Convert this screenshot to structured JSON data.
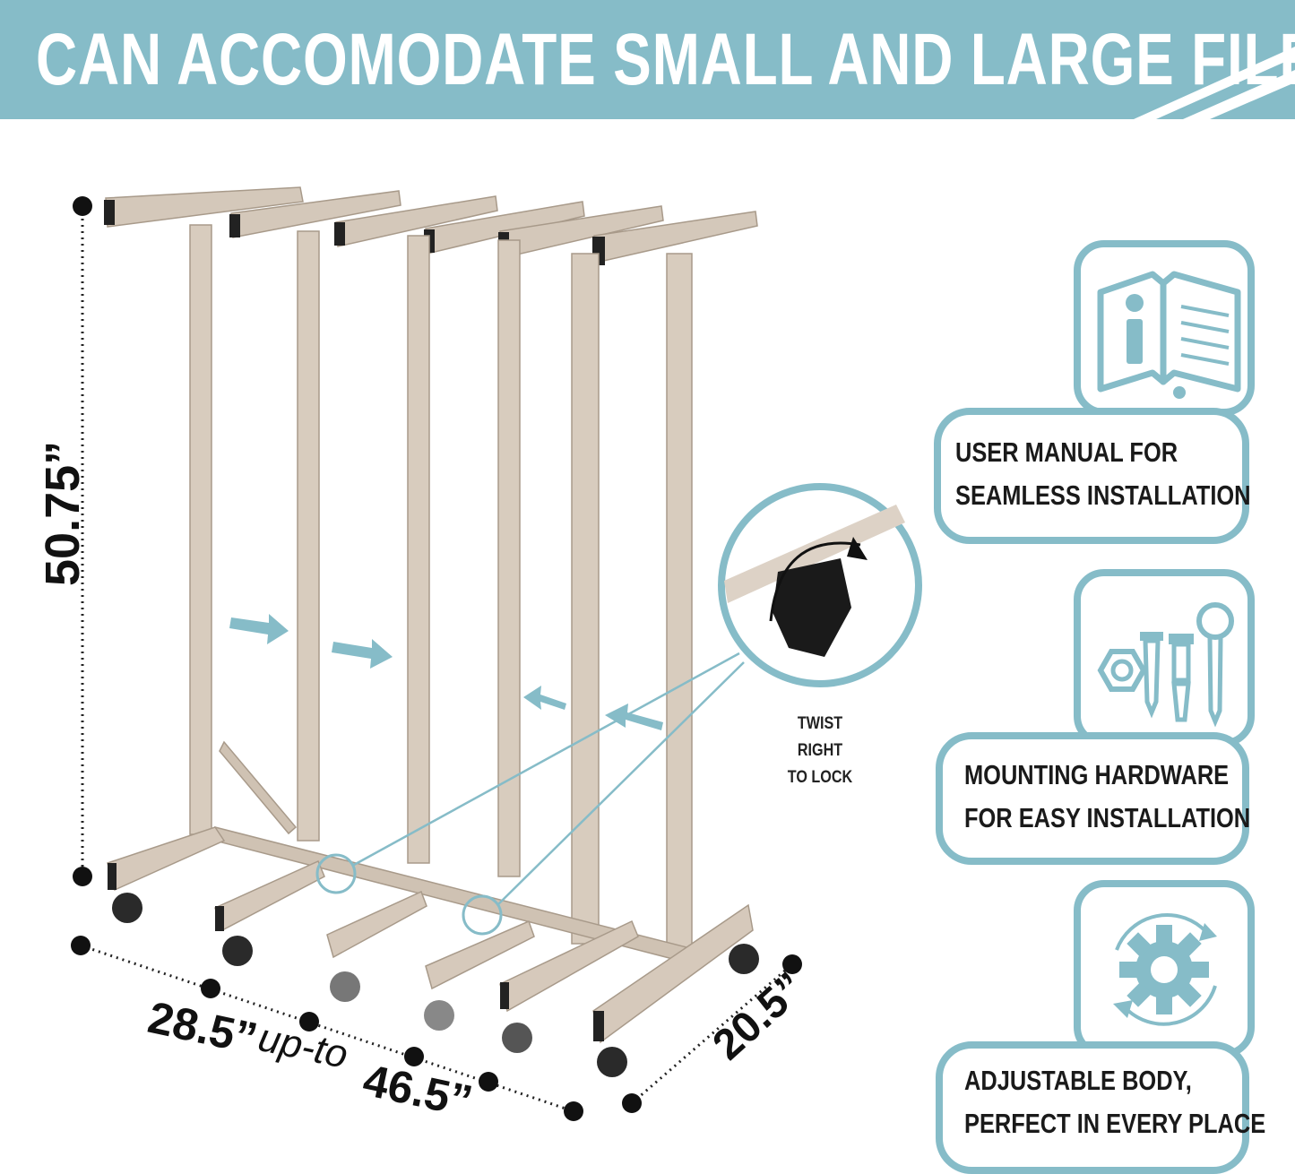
{
  "banner": {
    "title": "CAN ACCOMODATE SMALL AND LARGE FILES"
  },
  "dimensions": {
    "height": "50.75”",
    "width_min": "28.5”",
    "width_connector": "up-to",
    "width_max": "46.5”",
    "depth": "20.5”"
  },
  "zoom_callout": {
    "label_line1": "TWIST RIGHT",
    "label_line2": "TO LOCK"
  },
  "features": [
    {
      "icon": "user-manual-icon",
      "line1": "USER MANUAL FOR",
      "line2": "SEAMLESS INSTALLATION"
    },
    {
      "icon": "hardware-icon",
      "line1": "MOUNTING HARDWARE",
      "line2": "FOR  EASY INSTALLATION"
    },
    {
      "icon": "gear-cycle-icon",
      "line1": "ADJUSTABLE BODY,",
      "line2": "PERFECT IN EVERY PLACE"
    }
  ],
  "colors": {
    "accent": "#86bcc8",
    "frame": "#d8cbbd",
    "frame_shade": "#b9aa9a",
    "dark": "#1a1a1a"
  }
}
